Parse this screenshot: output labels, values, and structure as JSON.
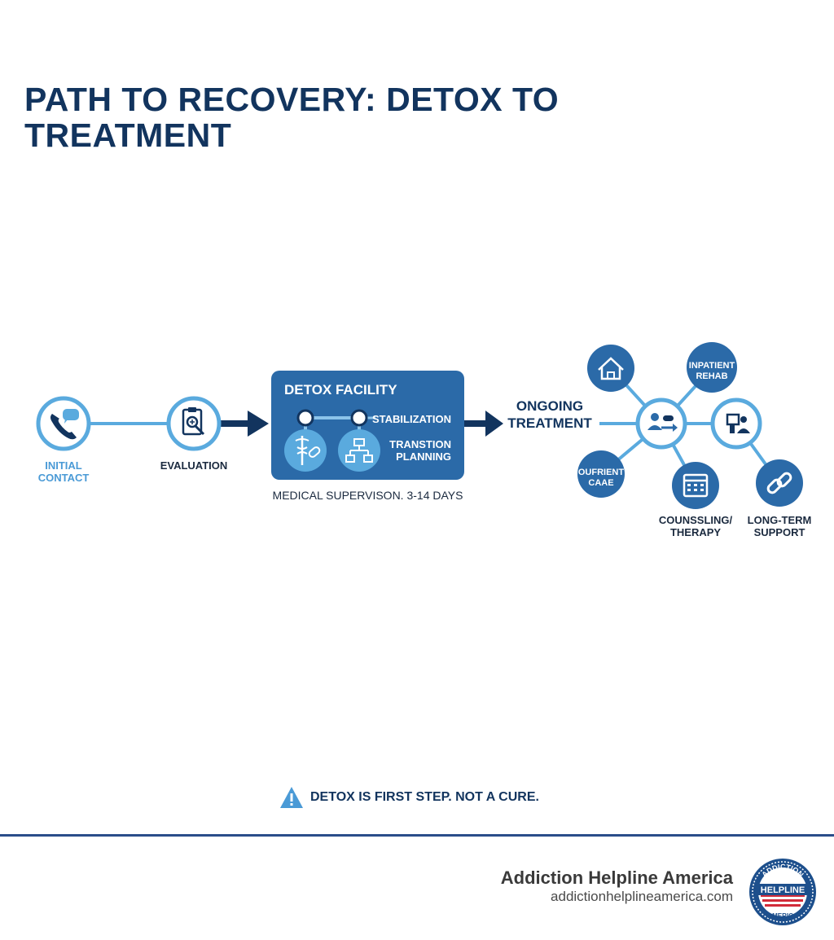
{
  "title": "PATH TO RECOVERY: DETOX TO TREATMENT",
  "steps": {
    "initial_contact": "INITIAL CONTACT",
    "evaluation": "EVALUATION",
    "ongoing_treatment": "ONGOING TREATMENT"
  },
  "detox": {
    "title": "DETOX FACILITY",
    "stabilization": "STABILIZATION",
    "transition_planning": "TRANSTION PLANNING",
    "supervision": "MEDICAL SUPERVISON. 3-14 DAYS"
  },
  "treatment_options": {
    "inpatient": "INPATIENT REHAB",
    "outpatient": "OUFRIENT CAAE",
    "counseling": "COUNSSLING/ THERAPY",
    "long_term": "LONG-TERM SUPPORT"
  },
  "warning": "DETOX IS FIRST STEP. NOT A CURE.",
  "brand": {
    "name": "Addiction Helpline America",
    "url": "addictionhelplineamerica.com",
    "logo_top": "ADDICTION",
    "logo_mid": "HELPLINE",
    "logo_bottom": "AMERICA"
  },
  "colors": {
    "navy": "#12345e",
    "blue": "#2b6aa8",
    "light_blue": "#5aaade"
  }
}
